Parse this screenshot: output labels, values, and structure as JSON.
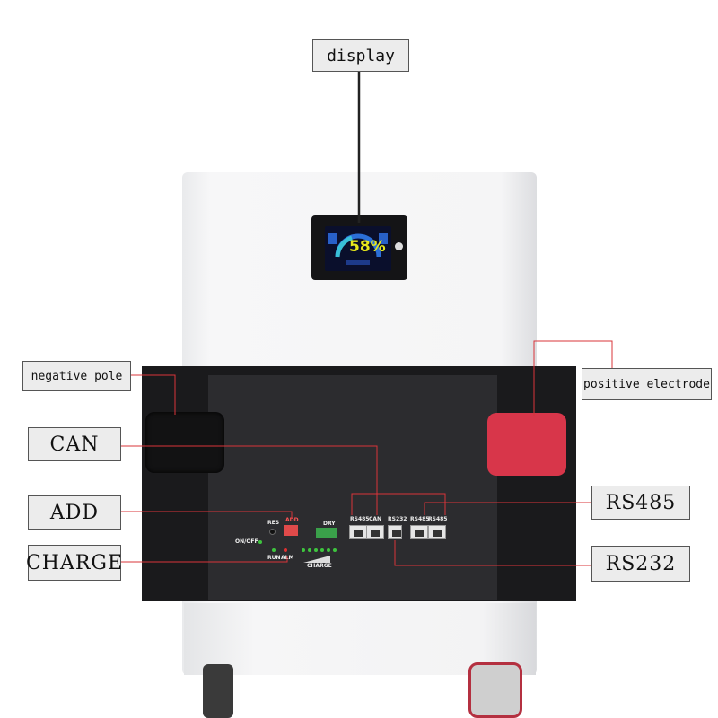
{
  "callouts": {
    "display": "display",
    "negative_pole": "negative pole",
    "positive_electrode": "positive electrode",
    "can": "CAN",
    "add": "ADD",
    "charge": "CHARGE",
    "rs485": "RS485",
    "rs232": "RS232"
  },
  "screen": {
    "percent": "58%"
  },
  "panel_labels": {
    "res": "RES",
    "add": "ADD",
    "dry": "DRY",
    "on_off": "ON/OFF",
    "run": "RUN",
    "alm": "ALM",
    "charge": "CHARGE",
    "rs485_a": "RS485",
    "can": "CAN",
    "rs232": "RS232",
    "rs485_b": "RS485",
    "rs485_c": "RS485"
  },
  "colors": {
    "callout_line": "#d9343a",
    "display_line": "#222222",
    "positive_cap": "#d8364a",
    "led_green": "#3ec43e",
    "led_red": "#e03030"
  }
}
